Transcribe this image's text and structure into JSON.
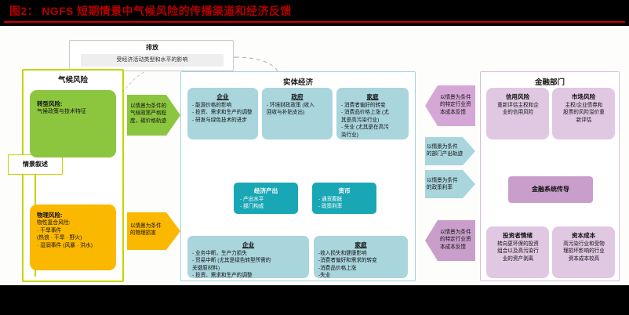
{
  "title": "图2：  NGFS 短期情景中气候风险的传播渠道和经济反馈",
  "emissions": {
    "header": "排放",
    "subtitle": "受经济活动类型和水平的影响"
  },
  "climate": {
    "title": "气候风险",
    "narrative": "情景叙述",
    "transition": {
      "header": "转型风险:",
      "body": "气候政策与技术特征"
    },
    "physical": {
      "header": "物理风险:",
      "body": "物性复合风险:\n· 干旱事件\n  (热浪 · 干旱 · 野火)\n· 湿润事件 (风暴 · 洪水)"
    }
  },
  "arrows": {
    "transition_out": "以情景为条件的\n气候政策严格程\n度，碳价格轨迹",
    "physical_out": "以情景为条件\n的物理损害",
    "fin_feedback_top": "以情景为条件\n的特定行业资\n本成本反馈",
    "sector_output": "以情景为条件\n的部门产出轨迹",
    "policy_rate": "以情景为条件\n的政策利率",
    "fin_feedback_bottom": "以情景为条件\n的特定行业资\n本成本反馈"
  },
  "real_economy": {
    "title": "实体经济",
    "top": [
      {
        "header": "企业",
        "body": "- 能源价格的影响\n- 投资、需求和生产的调整\n- 研发与绿色技术的进步"
      },
      {
        "header": "政府",
        "body": "- 环境财政政策 (收入\n回收与补贴支出)"
      },
      {
        "header": "家庭",
        "body": "- 消费者偏好的转变\n- 消费品价格上涨 (尤\n其是高污染行业)\n- 失业 (尤其是在高污\n染行业)"
      }
    ],
    "middle": [
      {
        "header": "经济产出",
        "body": "- 产出水平\n- 部门构成"
      },
      {
        "header": "货币",
        "body": "- 通货膨胀\n- 政策利率"
      }
    ],
    "bottom": [
      {
        "header": "企业",
        "body": "- 业务中断，生产力损失\n- 贸易中断 (尤其是绿色转型所需的\n关键原材料)\n- 投资、需求和生产的调整"
      },
      {
        "header": "家庭",
        "body": "-收入损失和健康影响\n-消费者偏好和需求的转变\n-消费品价格上涨\n-失业"
      }
    ]
  },
  "financial": {
    "title": "金融部门",
    "transmission": "金融系统传导",
    "top": [
      {
        "header": "信用风险",
        "body": "重新评估主权和企\n业的信用风险"
      },
      {
        "header": "市场风险",
        "body": "主权/企业债券和\n股票的风险溢价重\n新评估"
      }
    ],
    "bottom": [
      {
        "header": "投资者情绪",
        "body": "转向更环保的投资\n组合以及高污染行\n业的资产剥离"
      },
      {
        "header": "资本成本",
        "body": "高污染行业和受物\n理损坏影响的行业\n资本成本较高"
      }
    ]
  },
  "colors": {
    "title_red": "#b40000",
    "green": "#8cc63f",
    "green_border": "#c4d600",
    "orange": "#fbb800",
    "teal_light": "#a9d5dd",
    "teal_dark": "#1aa7b5",
    "purple_light": "#e0c8e2",
    "purple_dark": "#c99ecb"
  }
}
